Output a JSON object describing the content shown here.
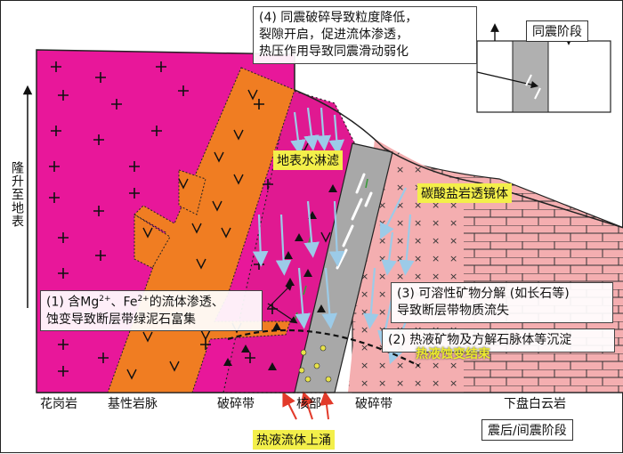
{
  "notes": {
    "note4_l1": "(4) 同震破碎导致粒度降低，",
    "note4_l2": "裂隙开启，促进流体渗透，",
    "note4_l3": "热压作用导致同震滑动弱化",
    "note1_l1a": "(1) 含Mg",
    "note1_l1b": "、Fe",
    "note1_l1c": "的流体渗透、",
    "sup": "2+",
    "note1_l2": "蚀变导致断层带绿泥石富集",
    "note3_l1": "(3) 可溶性矿物分解 (如长石等)",
    "note3_l2": "导致断层带物质流失",
    "note2": "(2) 热液矿物及方解石脉体等沉淀"
  },
  "stages": {
    "coseismic": "同震阶段",
    "postseismic": "震后/间震阶段"
  },
  "labels": {
    "uplift": "隆升至地表",
    "surface_water": "地表水淋滤",
    "carbonate_lens": "碳酸盐岩透镜体",
    "hydrothermal_end": "热液蚀变结束",
    "fluid_upwelling": "热液流体上涌"
  },
  "bottom": {
    "granite": "花岗岩",
    "mafic_dyke": "基性岩脉",
    "fracture_left": "破碎带",
    "core": "核部",
    "fracture_right": "破碎带",
    "footwall": "下盘白云岩"
  },
  "colors": {
    "granite": "#e8179a",
    "dyke": "#f07d22",
    "core": "#a8a8a8",
    "dolomite": "#f4aeb0",
    "water_arrow": "#9ccbe8",
    "fluid_arrow": "#e23a2a",
    "highlight": "#f3ef4a"
  }
}
